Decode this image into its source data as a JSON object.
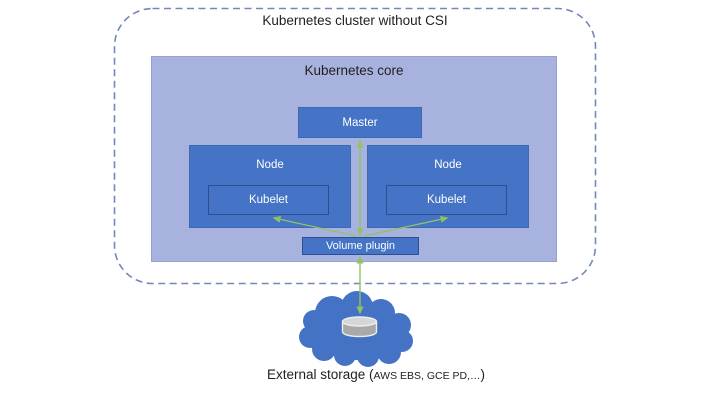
{
  "diagram": {
    "title": "Kubernetes cluster without CSI",
    "core": {
      "title": "Kubernetes core",
      "master": {
        "label": "Master"
      },
      "nodes": [
        {
          "label": "Node",
          "kubelet_label": "Kubelet"
        },
        {
          "label": "Node",
          "kubelet_label": "Kubelet"
        }
      ],
      "volume_plugin": {
        "label": "Volume plugin"
      }
    },
    "external_storage": {
      "caption_prefix": "External storage (",
      "caption_small": "AWS EBS, GCE PD,…",
      "caption_suffix": ")",
      "icons": [
        "cloud-icon",
        "database-cylinder-icon"
      ]
    },
    "connections": [
      {
        "from": "volume-plugin",
        "to": "master",
        "arrows": "both"
      },
      {
        "from": "volume-plugin",
        "to": "kubelet-left",
        "arrows": "end"
      },
      {
        "from": "volume-plugin",
        "to": "kubelet-right",
        "arrows": "end"
      },
      {
        "from": "volume-plugin",
        "to": "external-storage",
        "arrows": "both"
      }
    ],
    "colors": {
      "box_blue": "#4573c5",
      "box_border_blue": "#3c68b4",
      "inner_border_navy": "#2d4f8e",
      "core_background": "#a7b3de",
      "core_border": "#93a2d2",
      "dashed_boundary": "#7487bd",
      "arrow_green": "#8fc263",
      "cloud_blue": "#4472c4",
      "cylinder_body_gray": "#a9a9a9",
      "cylinder_top_gray": "#d6d6d6",
      "cylinder_outline": "#ededed",
      "text_dark": "#1f1f1f",
      "text_light": "#ffffff",
      "page_background": "#ffffff"
    }
  }
}
